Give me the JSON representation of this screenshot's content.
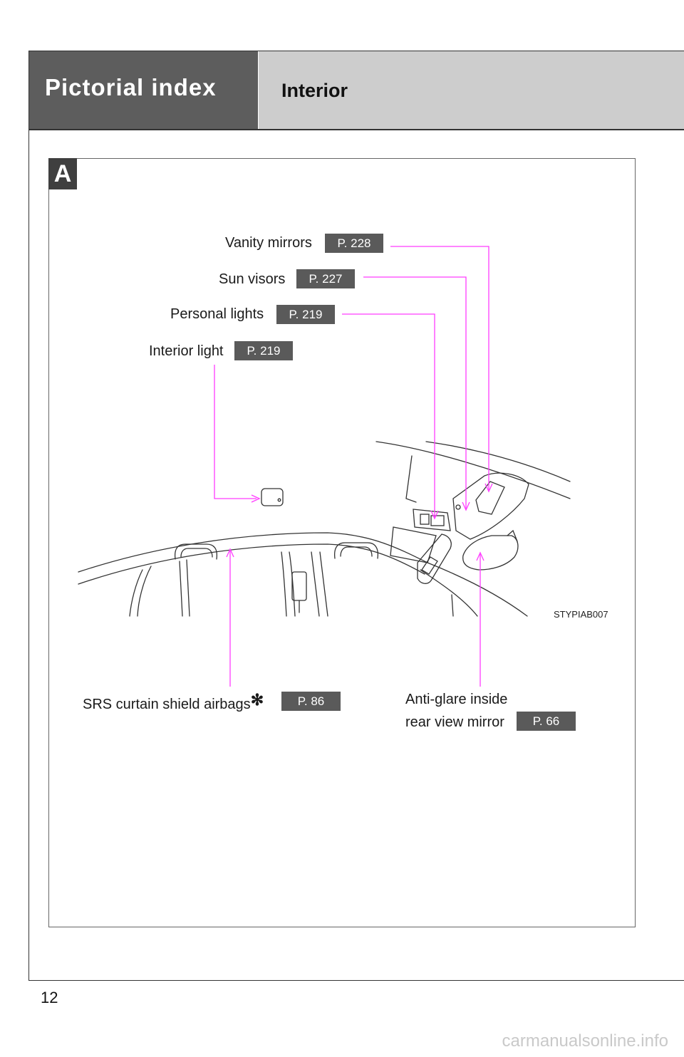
{
  "header": {
    "title": "Pictorial index",
    "subtitle": "Interior"
  },
  "section": "A",
  "callouts": {
    "vanity_mirrors": {
      "label": "Vanity mirrors",
      "ref": "P. 228"
    },
    "sun_visors": {
      "label": "Sun visors",
      "ref": "P. 227"
    },
    "personal_lights": {
      "label": "Personal lights",
      "ref": "P. 219"
    },
    "interior_light": {
      "label": "Interior light",
      "ref": "P. 219"
    },
    "srs_airbags": {
      "label": "SRS curtain shield airbags",
      "asterisk": "✻",
      "ref": "P. 86"
    },
    "mirror": {
      "label_line1": "Anti-glare inside",
      "label_line2": "rear view mirror",
      "ref": "P. 66"
    }
  },
  "illustration_code": "STYPIAB007",
  "page_number": "12",
  "watermark": "carmanualsonline.info",
  "colors": {
    "leader": "#ff3cff",
    "header_dark": "#5d5d5d",
    "header_light": "#cdcdcd",
    "ref_badge": "#5a5a5a"
  }
}
